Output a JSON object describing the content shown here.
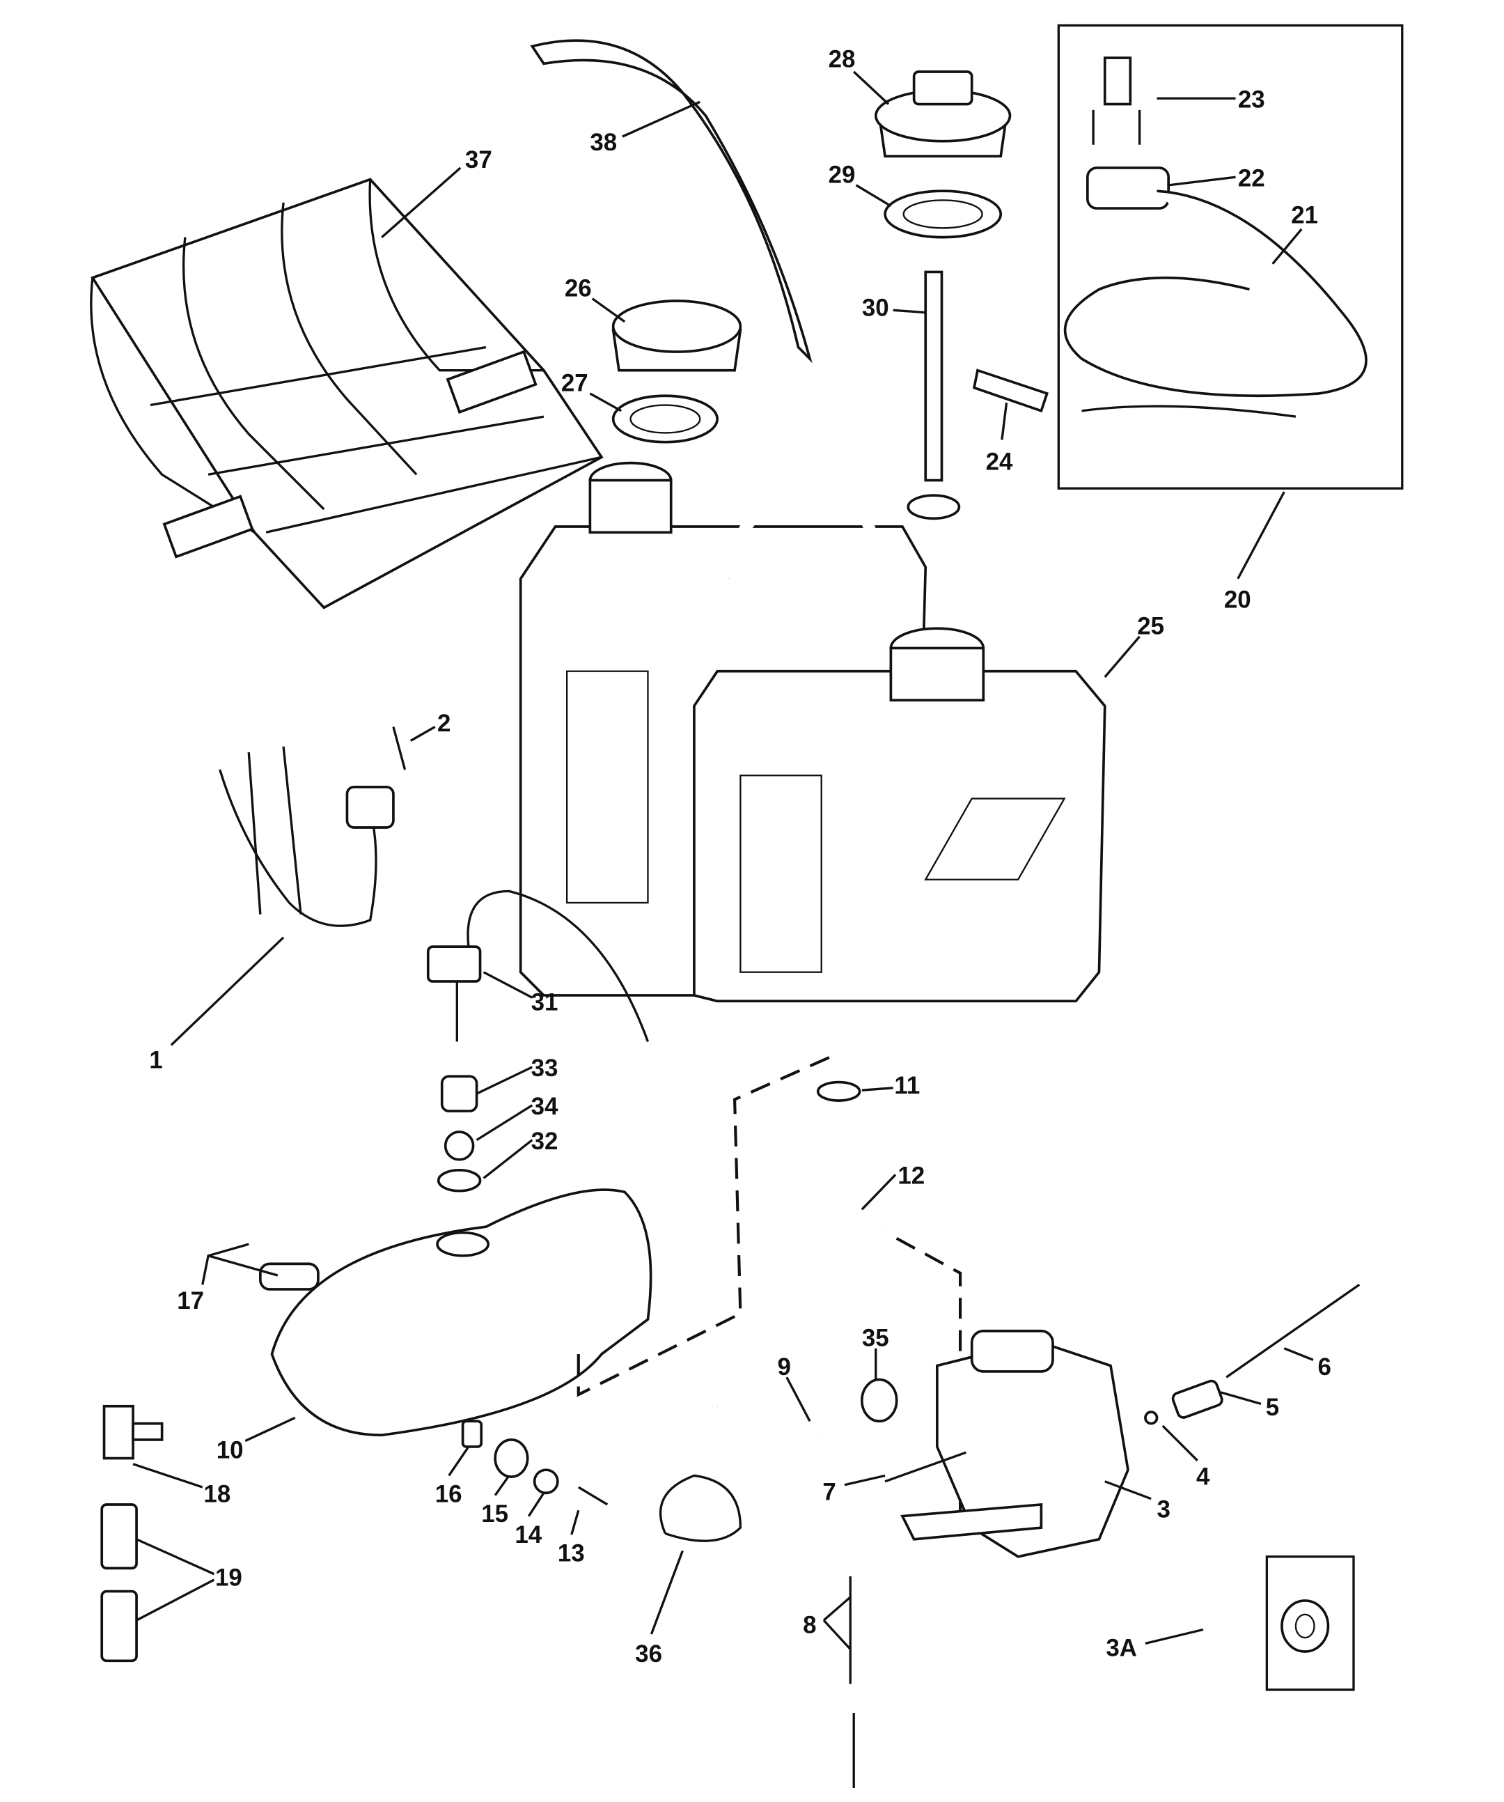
{
  "diagram": {
    "type": "exploded parts diagram",
    "callouts": {
      "c1": "1",
      "c2": "2",
      "c3": "3",
      "c3A": "3A",
      "c4": "4",
      "c5": "5",
      "c6": "6",
      "c7": "7",
      "c8": "8",
      "c9": "9",
      "c10": "10",
      "c11": "11",
      "c12": "12",
      "c13": "13",
      "c14": "14",
      "c15": "15",
      "c16": "16",
      "c17": "17",
      "c18": "18",
      "c19": "19",
      "c20": "20",
      "c21": "21",
      "c22": "22",
      "c23": "23",
      "c24": "24",
      "c25": "25",
      "c26": "26",
      "c27": "27",
      "c28": "28",
      "c29": "29",
      "c30": "30",
      "c31": "31",
      "c32": "32",
      "c33": "33",
      "c34": "34",
      "c35": "35",
      "c36": "36",
      "c37": "37",
      "c38": "38"
    }
  }
}
